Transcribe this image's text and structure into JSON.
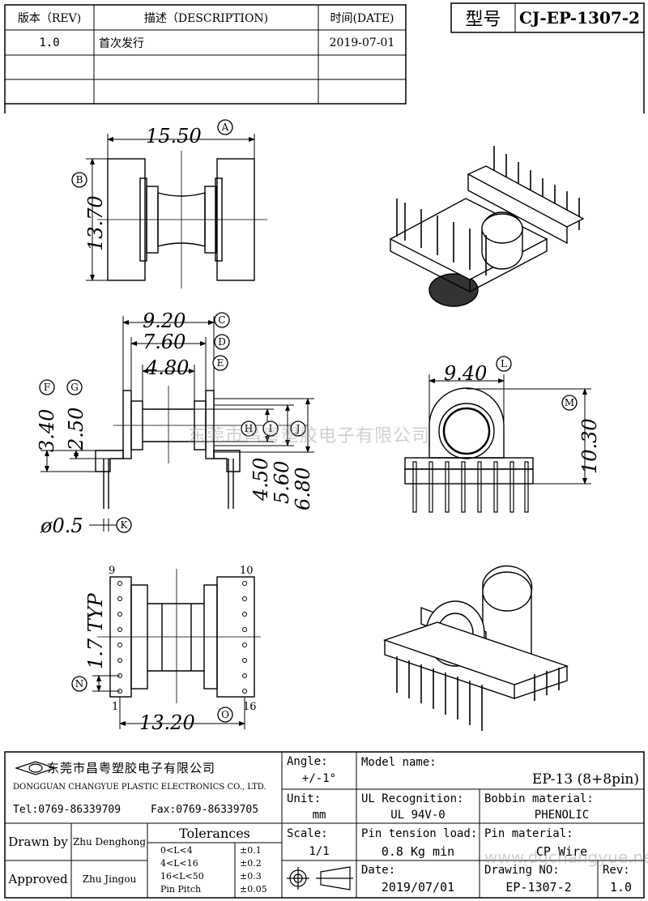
{
  "header": {
    "rev_col": "版本（REV)",
    "desc_col": "描述（DESCRIPTION)",
    "date_col": "时间(DATE)",
    "rows": [
      {
        "rev": "1.0",
        "desc": "首次发行",
        "date": "2019-07-01"
      },
      {
        "rev": "",
        "desc": "",
        "date": ""
      },
      {
        "rev": "",
        "desc": "",
        "date": ""
      }
    ],
    "model_label": "型号",
    "model_value": "CJ-EP-1307-2"
  },
  "dims": {
    "A": "15.50",
    "B": "13.70",
    "C": "9.20",
    "D": "7.60",
    "E": "4.80",
    "F": "3.40",
    "G": "2.50",
    "H": "4.50",
    "I": "5.60",
    "J": "6.80",
    "K": "ø0.5",
    "L": "9.40",
    "M": "10.30",
    "N": "1.7 TYP",
    "O": "13.20",
    "pin9": "9",
    "pin10": "10",
    "pin1": "1",
    "pin16": "16"
  },
  "letters": [
    "A",
    "B",
    "C",
    "D",
    "E",
    "F",
    "G",
    "H",
    "I",
    "J",
    "K",
    "L",
    "M",
    "N",
    "O"
  ],
  "watermark": "东莞市昌粤塑胶电子有限公司",
  "watermark2": "www.dgchangyue.net",
  "title_block": {
    "company_cn": "东莞市昌粤塑胶电子有限公司",
    "company_en": "DONGGUAN CHANGYUE PLASTIC ELECTRONICS CO., LTD.",
    "tel": "Tel:0769-86339709",
    "fax": "Fax:0769-86339705",
    "angle_label": "Angle:",
    "angle_value": "+/-1°",
    "unit_label": "Unit:",
    "unit_value": "mm",
    "scale_label": "Scale:",
    "scale_value": "1/1",
    "model_name_label": "Model name:",
    "model_name_value": "EP-13 (8+8pin)",
    "ul_label": "UL Recognition:",
    "ul_value": "UL 94V-0",
    "bobbin_label": "Bobbin material:",
    "bobbin_value": "PHENOLIC",
    "tension_label": "Pin tension load:",
    "tension_value": "0.8 Kg min",
    "pin_mat_label": "Pin material:",
    "pin_mat_value": "CP Wire",
    "date_label": "Date:",
    "date_value": "2019/07/01",
    "drawing_label": "Drawing NO:",
    "drawing_value": "EP-1307-2",
    "rev_label": "Rev:",
    "rev_value": "1.0",
    "drawn_label": "Drawn by",
    "drawn_value": "Zhu Denghong",
    "approved_label": "Approved",
    "approved_value": "Zhu   Jingou",
    "tolerances_label": "Tolerances",
    "tolerances": [
      {
        "range": "0<L<4",
        "tol": "±0.1"
      },
      {
        "range": "4<L<16",
        "tol": "±0.2"
      },
      {
        "range": "16<L<50",
        "tol": "±0.3"
      },
      {
        "range": "Pin Pitch",
        "tol": "±0.05"
      }
    ]
  }
}
